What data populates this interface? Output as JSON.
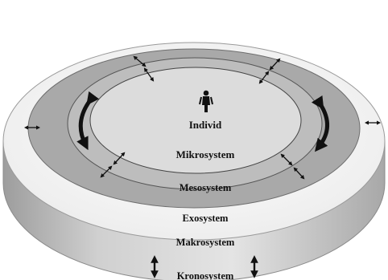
{
  "diagram": {
    "layers": [
      {
        "id": "individ",
        "label": "Individ"
      },
      {
        "id": "mikrosystem",
        "label": "Mikrosystem"
      },
      {
        "id": "mesosystem",
        "label": "Mesosystem"
      },
      {
        "id": "exosystem",
        "label": "Exosystem"
      },
      {
        "id": "makrosystem",
        "label": "Makrosystem"
      },
      {
        "id": "kronosystem",
        "label": "Kronosystem"
      }
    ],
    "icons": {
      "person": "person-icon",
      "interaction_arrow": "double-headed-arrow-icon",
      "rotation_arrow": "curved-arrow-icon"
    },
    "colors": {
      "disc_top": "#f2f2f2",
      "disc_side": "#c8c8c8",
      "exo_band": "#a7a7a7",
      "meso_band": "#bdbdbd",
      "inner_field": "#dcdcdc",
      "ink": "#111111"
    }
  }
}
